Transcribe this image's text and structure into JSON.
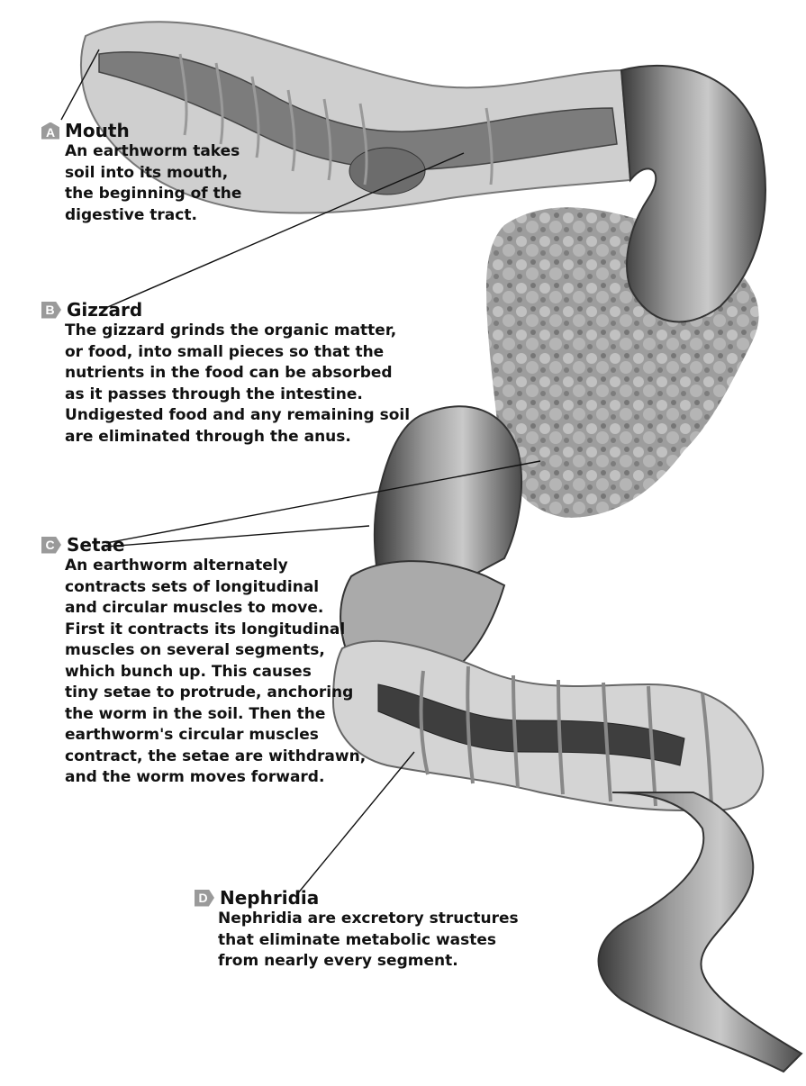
{
  "labels": {
    "a": {
      "badge": "A",
      "title": "Mouth",
      "lines": [
        "An earthworm takes",
        "soil into its mouth,",
        "the beginning of the",
        "digestive tract."
      ]
    },
    "b": {
      "badge": "B",
      "title": "Gizzard",
      "lines": [
        "The gizzard grinds the organic matter,",
        "or food, into small pieces so that the",
        "nutrients in the food can be absorbed",
        "as it passes through the intestine.",
        "Undigested food and any remaining soil",
        "are eliminated through the anus."
      ]
    },
    "c": {
      "badge": "C",
      "title": "Setae",
      "lines": [
        "An earthworm alternately",
        "contracts sets of longitudinal",
        "and circular muscles to move.",
        "First it contracts its longitudinal",
        "muscles on several segments,",
        "which bunch up. This causes",
        "tiny setae to protrude, anchoring",
        "the worm in the soil. Then the",
        "earthworm's circular muscles",
        "contract, the setae are withdrawn,",
        "and the worm moves forward."
      ]
    },
    "d": {
      "badge": "D",
      "title": "Nephridia",
      "lines": [
        "Nephridia are excretory structures",
        "that eliminate metabolic wastes",
        "from nearly every segment."
      ]
    }
  },
  "colors": {
    "body": "#8a8a8a",
    "body_dark": "#3c3c3c",
    "body_light": "#d6d6d6",
    "soil": "#7a7a7a",
    "badge": "#9a9a9a"
  }
}
